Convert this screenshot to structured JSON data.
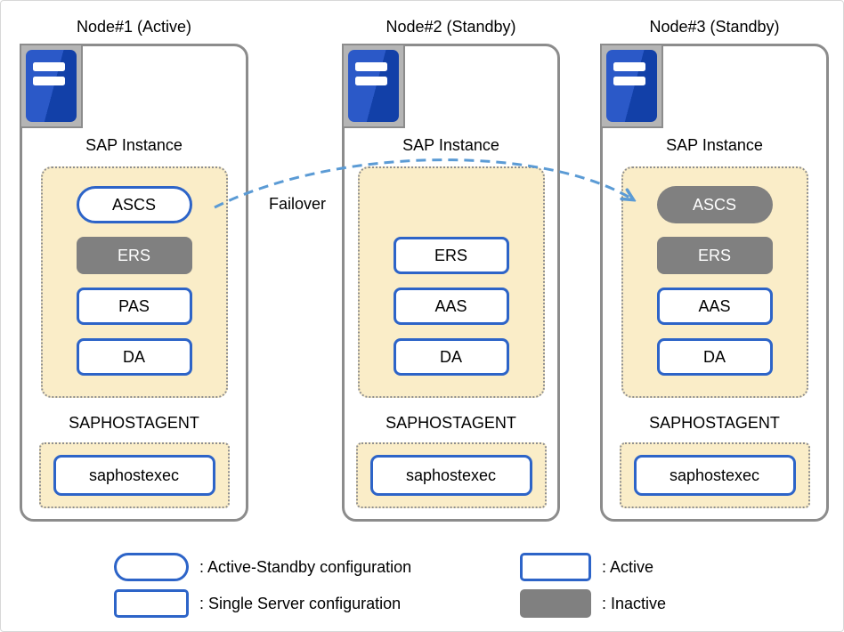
{
  "colors": {
    "accent_blue": "#2d64c8",
    "inactive_gray": "#808080",
    "panel_cream": "#faedc8",
    "dotted_border_gray": "#8f8f8f",
    "node_border_gray": "#8c8c8c",
    "arrow_blue": "#5b9bd5",
    "server_icon_blue_light": "#2b59c8",
    "server_icon_blue_dark": "#1240a8"
  },
  "diagram": {
    "failover_label": "Failover"
  },
  "nodes": [
    {
      "title": "Node#1 (Active)",
      "sap_instance_label": "SAP Instance",
      "instances": [
        {
          "label": "ASCS",
          "shape": "pill",
          "state": "active"
        },
        {
          "label": "ERS",
          "shape": "rect",
          "state": "inactive"
        },
        {
          "label": "PAS",
          "shape": "rect",
          "state": "active"
        },
        {
          "label": "DA",
          "shape": "rect",
          "state": "active"
        }
      ],
      "saphostagent_label": "SAPHOSTAGENT",
      "saphostexec_label": "saphostexec"
    },
    {
      "title": "Node#2 (Standby)",
      "sap_instance_label": "SAP Instance",
      "instances": [
        {
          "label": "",
          "shape": "none",
          "state": "empty"
        },
        {
          "label": "ERS",
          "shape": "rect",
          "state": "active"
        },
        {
          "label": "AAS",
          "shape": "rect",
          "state": "active"
        },
        {
          "label": "DA",
          "shape": "rect",
          "state": "active"
        }
      ],
      "saphostagent_label": "SAPHOSTAGENT",
      "saphostexec_label": "saphostexec"
    },
    {
      "title": "Node#3 (Standby)",
      "sap_instance_label": "SAP Instance",
      "instances": [
        {
          "label": "ASCS",
          "shape": "pill",
          "state": "inactive"
        },
        {
          "label": "ERS",
          "shape": "rect",
          "state": "inactive"
        },
        {
          "label": "AAS",
          "shape": "rect",
          "state": "active"
        },
        {
          "label": "DA",
          "shape": "rect",
          "state": "active"
        }
      ],
      "saphostagent_label": "SAPHOSTAGENT",
      "saphostexec_label": "saphostexec"
    }
  ],
  "legend": {
    "items": [
      {
        "shape": "pill-outline",
        "label": ": Active-Standby configuration"
      },
      {
        "shape": "rect-outline",
        "label": ": Single Server configuration"
      },
      {
        "shape": "rect-outline",
        "label": ": Active"
      },
      {
        "shape": "rect-filled",
        "label": ": Inactive"
      }
    ]
  }
}
